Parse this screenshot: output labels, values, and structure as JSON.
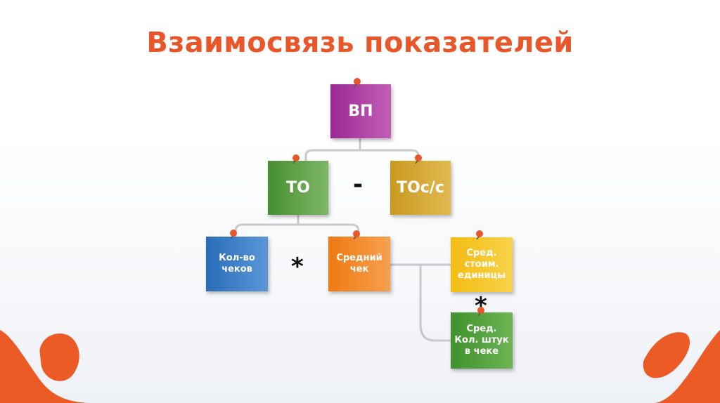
{
  "title": "Взаимосвязь показателей",
  "nodes": {
    "vp": "ВП",
    "to": "ТО",
    "toss": "ТОс/с",
    "checks": "Кол-во\nчеков",
    "avg_check": "Средний\nчек",
    "unit_cost": "Сред.\nстоим.\nединицы",
    "units": "Сред.\nКол. штук\nв чеке"
  },
  "operators": {
    "minus": "-",
    "multiply_1": "*",
    "multiply_2": "*"
  },
  "colors": {
    "title": "#e8562a",
    "vp": "#a12d98",
    "to": "#4f9a35",
    "toss": "#d1a32a",
    "checks": "#2f74c0",
    "avg_check": "#f3821c",
    "unit_cost": "#f2c01e",
    "units": "#4f9a35",
    "connector": "#c9c9c9",
    "pin": "#e8562a",
    "decor": "#ec5a26"
  }
}
